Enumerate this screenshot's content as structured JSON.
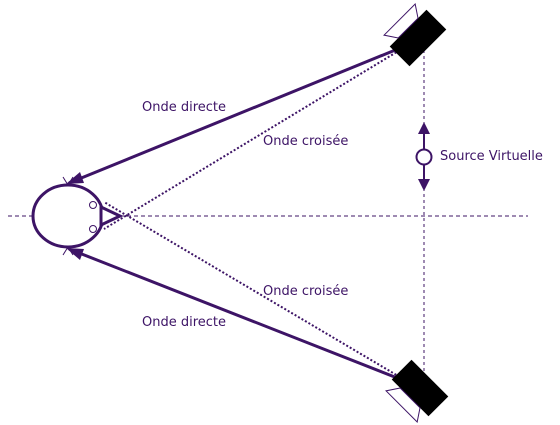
{
  "labels": {
    "direct_top": "Onde directe",
    "crossed_top": "Onde croisée",
    "virtual_source": "Source Virtuelle",
    "crossed_bottom": "Onde croisée",
    "direct_bottom": "Onde directe"
  },
  "colors": {
    "primary": "#3d1466",
    "speaker_body": "#000000",
    "speaker_cone": "#ffffff"
  },
  "icons": {
    "listener": "listener-head-icon",
    "speaker": "loudspeaker-icon",
    "source": "virtual-source-icon"
  }
}
